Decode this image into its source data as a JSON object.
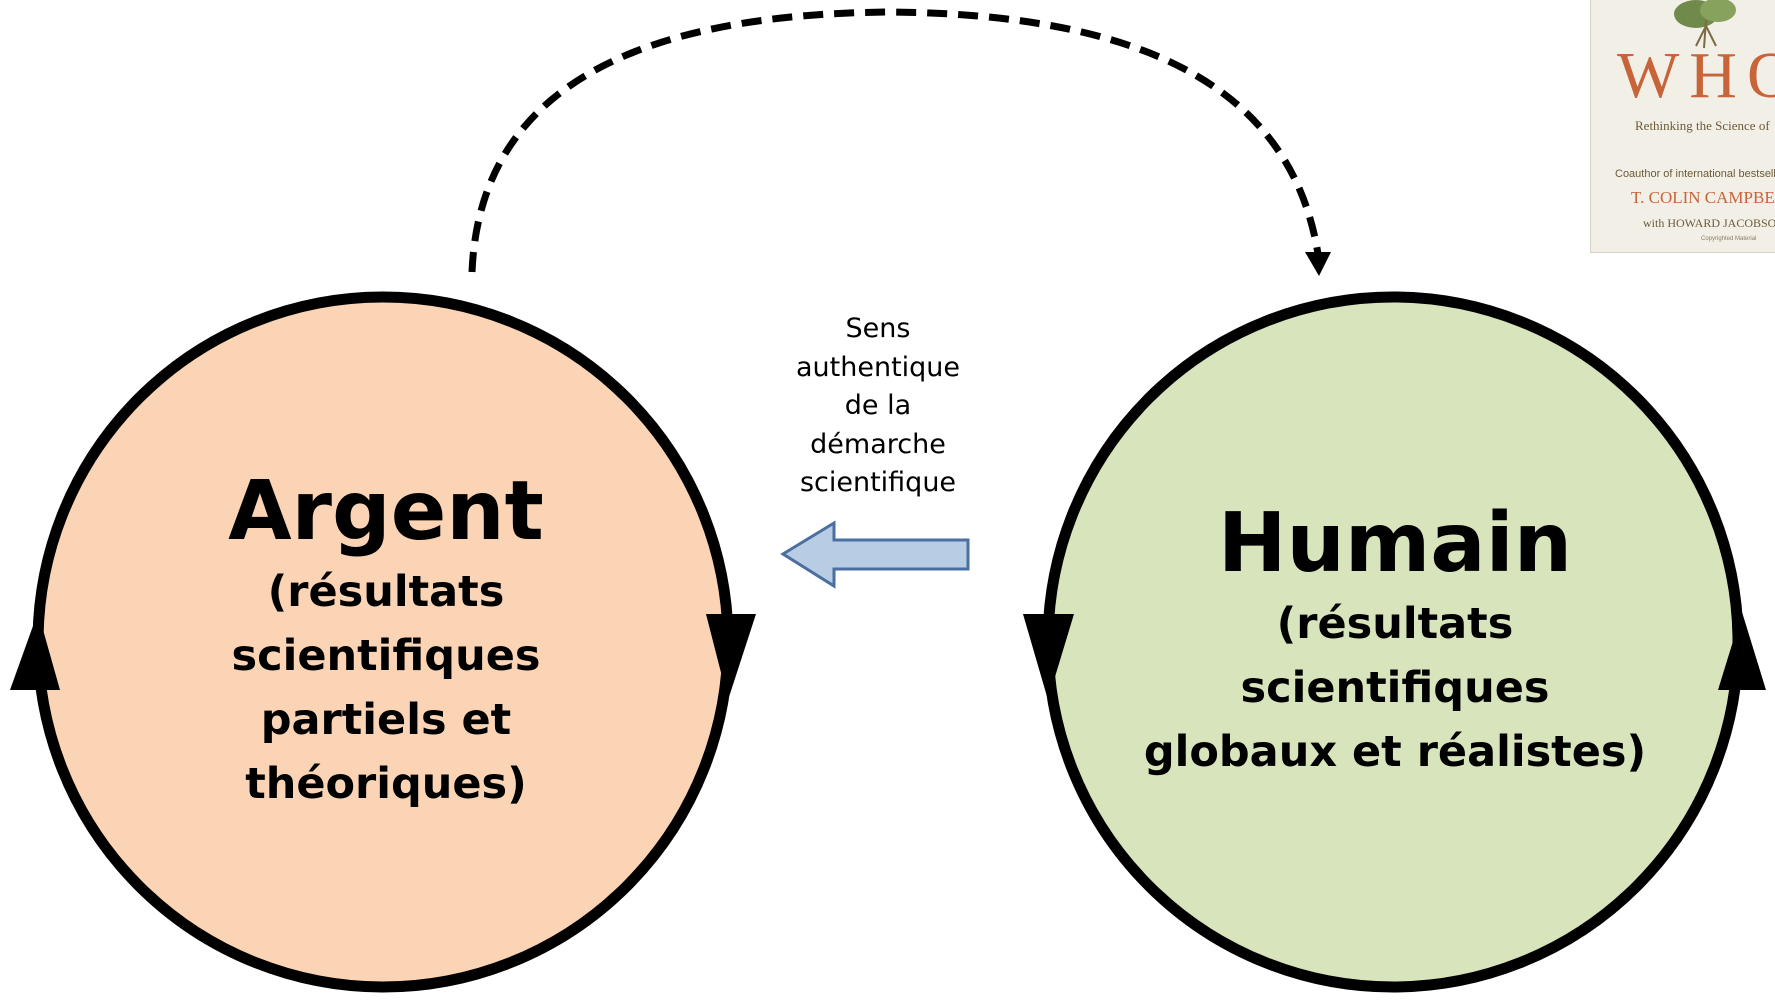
{
  "diagram": {
    "left_circle": {
      "title": "Argent",
      "subtitle_lines": [
        "(résultats",
        "scientifiques",
        "partiels et",
        "théoriques)"
      ],
      "fill_color": "#fad4b4"
    },
    "right_circle": {
      "title": "Humain",
      "subtitle_lines": [
        "(résultats",
        "scientifiques",
        "globaux et réalistes)"
      ],
      "fill_color": "#d7e4bc"
    },
    "center_arrow": {
      "label_lines": [
        "Sens",
        "authentique",
        "de la",
        "démarche",
        "scientifique"
      ],
      "direction": "right-to-left",
      "fill_color": "#b8cce4",
      "stroke_color": "#4a6fa0"
    },
    "top_connector": {
      "style": "dashed",
      "direction": "left-to-right"
    }
  },
  "book_cover": {
    "title": "WHO",
    "subtitle": "Rethinking the Science of",
    "coauthor_line": "Coauthor of international bestseller",
    "author": "T. COLIN CAMPBE",
    "with_line": "with HOWARD JACOBSO",
    "copyright": "Copyrighted Material",
    "accent_color": "#c8643a"
  }
}
